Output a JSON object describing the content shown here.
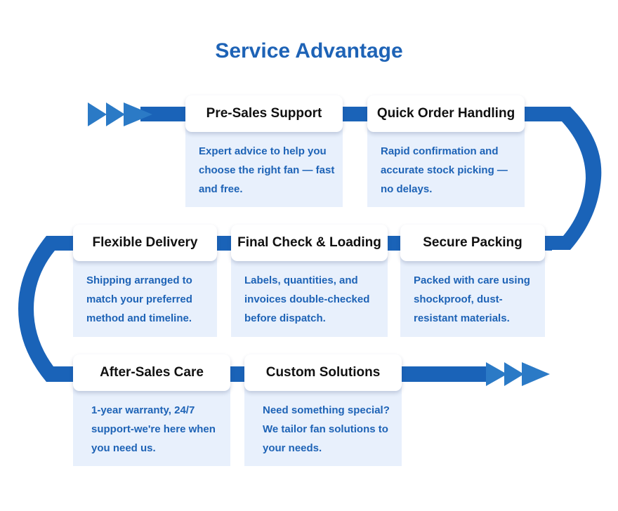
{
  "title": "Service Advantage",
  "colors": {
    "title": "#1e63b6",
    "band": "#1a63b8",
    "arrow": "#2b7ac6",
    "card_body": "#e8f0fc",
    "card_text": "#1e63b6",
    "header_text": "#111111"
  },
  "steps": [
    {
      "id": "pre-sales-support",
      "title": "Pre-Sales Support",
      "description": "Expert advice to help you choose the right fan — fast and free."
    },
    {
      "id": "quick-order-handling",
      "title": "Quick Order Handling",
      "description": "Rapid confirmation and accurate stock picking — no delays."
    },
    {
      "id": "secure-packing",
      "title": "Secure Packing",
      "description": "Packed with care using shockproof, dust-resistant materials."
    },
    {
      "id": "final-check-loading",
      "title": "Final Check & Loading",
      "description": "Labels, quantities, and invoices double-checked before dispatch."
    },
    {
      "id": "flexible-delivery",
      "title": "Flexible Delivery",
      "description": "Shipping arranged to match your preferred method and timeline."
    },
    {
      "id": "after-sales-care",
      "title": "After-Sales Care",
      "description": "1-year warranty, 24/7 support-we're here when you need us."
    },
    {
      "id": "custom-solutions",
      "title": "Custom Solutions",
      "description": "Need something special? We tailor fan solutions to your needs."
    }
  ]
}
